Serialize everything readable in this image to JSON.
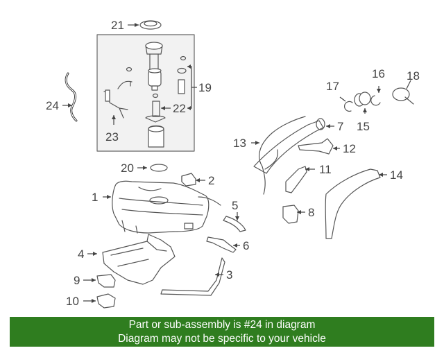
{
  "diagram": {
    "callouts": {
      "c1": "1",
      "c2": "2",
      "c3": "3",
      "c4": "4",
      "c5": "5",
      "c6": "6",
      "c7": "7",
      "c8": "8",
      "c9": "9",
      "c10": "10",
      "c11": "11",
      "c12": "12",
      "c13": "13",
      "c14": "14",
      "c15": "15",
      "c16": "16",
      "c17": "17",
      "c18": "18",
      "c19": "19",
      "c20": "20",
      "c21": "21",
      "c22": "22",
      "c23": "23",
      "c24": "24"
    },
    "line_color": "#555555",
    "box_fill": "#f2f2f2"
  },
  "banner": {
    "line1": "Part or sub-assembly is #24 in diagram",
    "line2": "Diagram may not be specific to your vehicle",
    "background": "#2f7d1f",
    "text_color": "#ffffff"
  }
}
